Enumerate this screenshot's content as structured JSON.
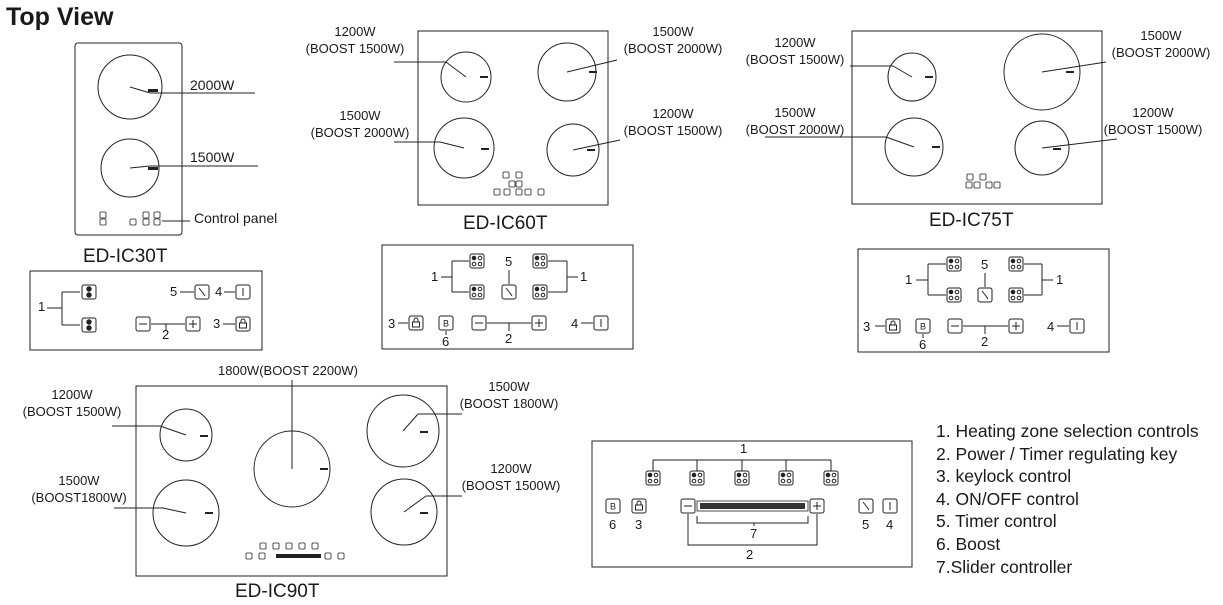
{
  "page_title": "Top View",
  "ic30": {
    "model": "ED-IC30T",
    "zones": [
      "2000W",
      "1500W"
    ],
    "control_panel_label": "Control panel",
    "callouts": {
      "zone": "1",
      "on_off": "4",
      "timer": "5",
      "keylock": "3",
      "power": "2"
    }
  },
  "ic60": {
    "model": "ED-IC60T",
    "zones": [
      {
        "line1": "1200W",
        "line2": "(BOOST 1500W)"
      },
      {
        "line1": "1500W",
        "line2": "(BOOST 2000W)"
      },
      {
        "line1": "1500W",
        "line2": "(BOOST 2000W)"
      },
      {
        "line1": "1200W",
        "line2": "(BOOST 1500W)"
      }
    ],
    "callouts": {
      "zone_left": "1",
      "zone_right": "1",
      "timer": "5",
      "keylock": "3",
      "boost": "6",
      "power": "2",
      "on_off": "4"
    }
  },
  "ic75": {
    "model": "ED-IC75T",
    "zones": [
      {
        "line1": "1200W",
        "line2": "(BOOST 1500W)"
      },
      {
        "line1": "1500W",
        "line2": "(BOOST 2000W)"
      },
      {
        "line1": "1500W",
        "line2": "(BOOST 2000W)"
      },
      {
        "line1": "1200W",
        "line2": "(BOOST 1500W)"
      }
    ],
    "callouts": {
      "zone_left": "1",
      "zone_right": "1",
      "timer": "5",
      "keylock": "3",
      "boost": "6",
      "power": "2",
      "on_off": "4"
    }
  },
  "ic90": {
    "model": "ED-IC90T",
    "center_zone": "1800W(BOOST 2200W)",
    "zones": [
      {
        "line1": "1200W",
        "line2": "(BOOST 1500W)"
      },
      {
        "line1": "1500W",
        "line2": "(BOOST1800W)"
      },
      {
        "line1": "1500W",
        "line2": "(BOOST 1800W)"
      },
      {
        "line1": "1200W",
        "line2": "(BOOST 1500W)"
      }
    ],
    "callouts": {
      "zones": "1",
      "boost": "6",
      "keylock": "3",
      "slider": "7",
      "power": "2",
      "timer": "5",
      "on_off": "4"
    }
  },
  "legend": [
    "1. Heating zone selection controls",
    "2. Power / Timer regulating key",
    "3. keylock control",
    "4. ON/OFF control",
    "5. Timer control",
    "6. Boost",
    "7.Slider controller"
  ]
}
